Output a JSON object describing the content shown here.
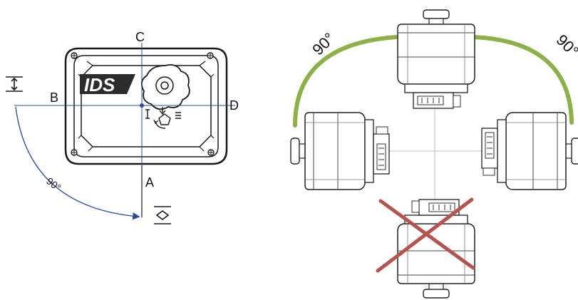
{
  "left_diagram": {
    "labels": {
      "top": "C",
      "left": "B",
      "right": "D",
      "bottom": "A"
    },
    "angle_label": "90°",
    "logo_text": "IDS"
  },
  "right_diagram": {
    "angle_label_left": "90°",
    "angle_label_right": "90°"
  },
  "colors": {
    "line": "#1a1a1a",
    "axis_blue": "#2a4d9b",
    "arc_green": "#8db04a",
    "cross_red": "#b5534e"
  }
}
